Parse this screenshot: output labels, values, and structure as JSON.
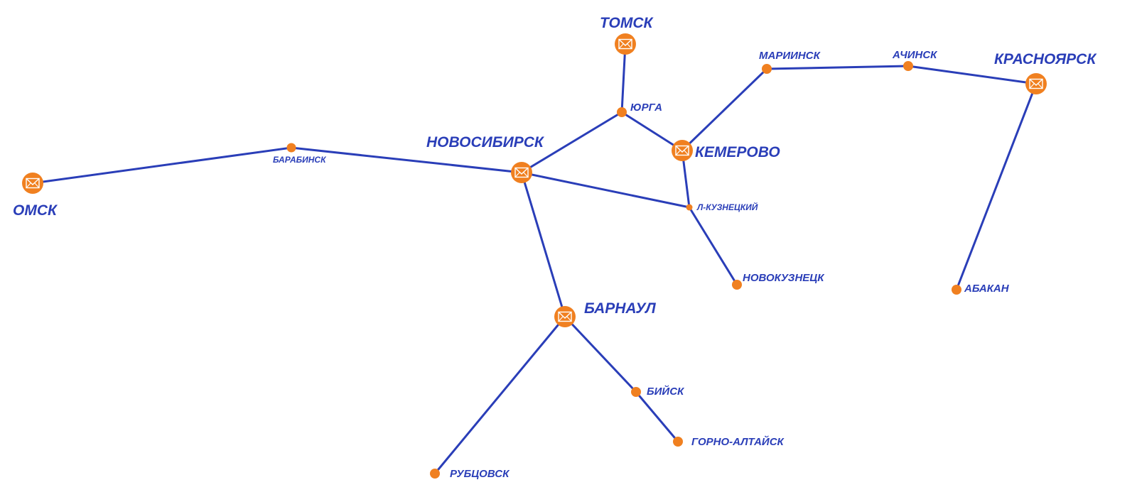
{
  "colors": {
    "route": "#2a3eb8",
    "node": "#f08020",
    "label": "#2a3eb8",
    "icon_line": "#ffffff"
  },
  "cities": {
    "omsk": {
      "name": "ОМСК",
      "type": "hub"
    },
    "barabinsk": {
      "name": "БАРАБИНСК",
      "type": "stop"
    },
    "novosibirsk": {
      "name": "НОВОСИБИРСК",
      "type": "hub"
    },
    "tomsk": {
      "name": "ТОМСК",
      "type": "hub"
    },
    "yurga": {
      "name": "ЮРГА",
      "type": "stop"
    },
    "kemerovo": {
      "name": "КЕМЕРОВО",
      "type": "hub"
    },
    "l_kuznetsky": {
      "name": "Л-КУЗНЕЦКИЙ",
      "type": "stop"
    },
    "novokuznetsk": {
      "name": "НОВОКУЗНЕЦК",
      "type": "stop"
    },
    "mariinsk": {
      "name": "МАРИИНСК",
      "type": "stop"
    },
    "achinsk": {
      "name": "АЧИНСК",
      "type": "stop"
    },
    "krasnoyarsk": {
      "name": "КРАСНОЯРСК",
      "type": "hub"
    },
    "abakan": {
      "name": "АБАКАН",
      "type": "stop"
    },
    "barnaul": {
      "name": "БАРНАУЛ",
      "type": "hub"
    },
    "biysk": {
      "name": "БИЙСК",
      "type": "stop"
    },
    "gorno_altaysk": {
      "name": "ГОРНО-АЛТАЙСК",
      "type": "stop"
    },
    "rubtsovsk": {
      "name": "РУБЦОВСК",
      "type": "stop"
    }
  },
  "routes": [
    [
      "omsk",
      "barabinsk"
    ],
    [
      "barabinsk",
      "novosibirsk"
    ],
    [
      "novosibirsk",
      "yurga"
    ],
    [
      "yurga",
      "tomsk"
    ],
    [
      "yurga",
      "kemerovo"
    ],
    [
      "novosibirsk",
      "l_kuznetsky"
    ],
    [
      "kemerovo",
      "l_kuznetsky"
    ],
    [
      "l_kuznetsky",
      "novokuznetsk"
    ],
    [
      "kemerovo",
      "mariinsk"
    ],
    [
      "mariinsk",
      "achinsk"
    ],
    [
      "achinsk",
      "krasnoyarsk"
    ],
    [
      "krasnoyarsk",
      "abakan"
    ],
    [
      "novosibirsk",
      "barnaul"
    ],
    [
      "barnaul",
      "biysk"
    ],
    [
      "biysk",
      "gorno_altaysk"
    ],
    [
      "barnaul",
      "rubtsovsk"
    ]
  ],
  "icons": {
    "hub": "envelope-icon",
    "stop": "dot-marker"
  }
}
